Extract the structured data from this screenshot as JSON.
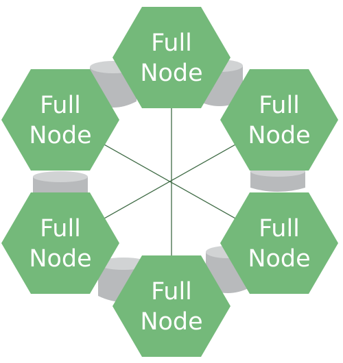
{
  "colors": {
    "node_fill": "#74b97a",
    "connector_fill": "#d1d3d4",
    "connector_shade": "#b8babc",
    "edge_stroke": "#3f6b45",
    "label": "#ffffff"
  },
  "nodes": [
    {
      "id": "top",
      "line1": "Full",
      "line2": "Node"
    },
    {
      "id": "top-left",
      "line1": "Full",
      "line2": "Node"
    },
    {
      "id": "top-right",
      "line1": "Full",
      "line2": "Node"
    },
    {
      "id": "bottom-left",
      "line1": "Full",
      "line2": "Node"
    },
    {
      "id": "bottom-right",
      "line1": "Full",
      "line2": "Node"
    },
    {
      "id": "bottom",
      "line1": "Full",
      "line2": "Node"
    }
  ],
  "edges": [
    [
      "top",
      "bottom"
    ],
    [
      "top-left",
      "bottom-right"
    ],
    [
      "top-right",
      "bottom-left"
    ]
  ]
}
